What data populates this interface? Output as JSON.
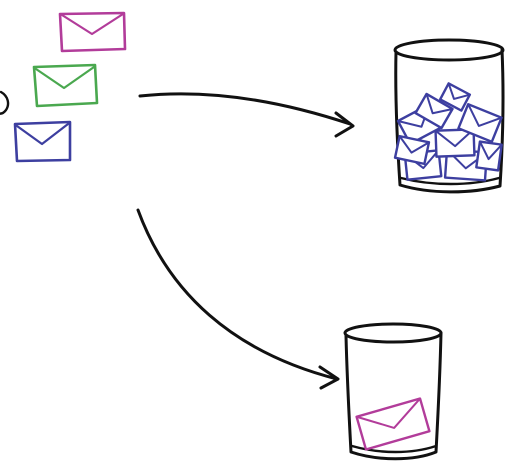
{
  "colors": {
    "ink": "#111111",
    "envelope_magenta": "#b23c9a",
    "envelope_green": "#4aa84f",
    "envelope_blue": "#3d3fa0"
  },
  "elements": {
    "source_envelopes": [
      "magenta",
      "green",
      "blue"
    ],
    "upper_bin": {
      "envelope_color": "blue",
      "envelope_count": 9
    },
    "lower_bin": {
      "envelope_color": "magenta",
      "envelope_count": 1
    },
    "arrows": [
      "arrow-to-upper-bin",
      "arrow-to-lower-bin"
    ]
  }
}
